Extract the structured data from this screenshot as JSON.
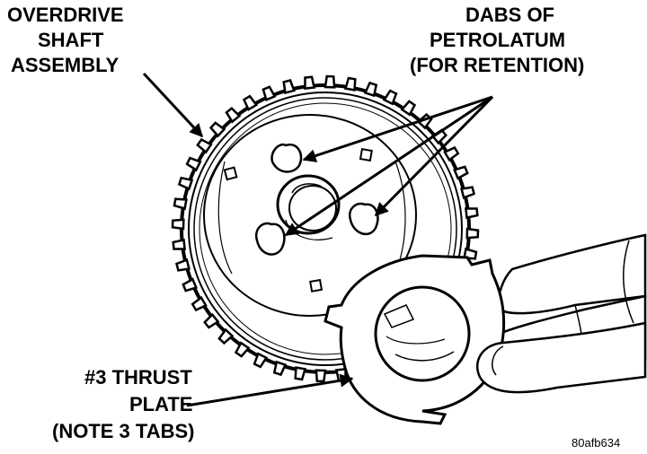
{
  "labels": {
    "shaft_line1": "OVERDRIVE",
    "shaft_line2": "SHAFT",
    "shaft_line3": "ASSEMBLY",
    "dabs_line1": "DABS OF",
    "dabs_line2": "PETROLATUM",
    "dabs_line3": "(FOR RETENTION)",
    "plate_line1": "#3 THRUST",
    "plate_line2": "PLATE",
    "plate_line3": "(NOTE 3 TABS)"
  },
  "figure_id": "80afb634",
  "colors": {
    "ink": "#000000",
    "paper": "#ffffff",
    "shade": "#d9d9d9"
  }
}
